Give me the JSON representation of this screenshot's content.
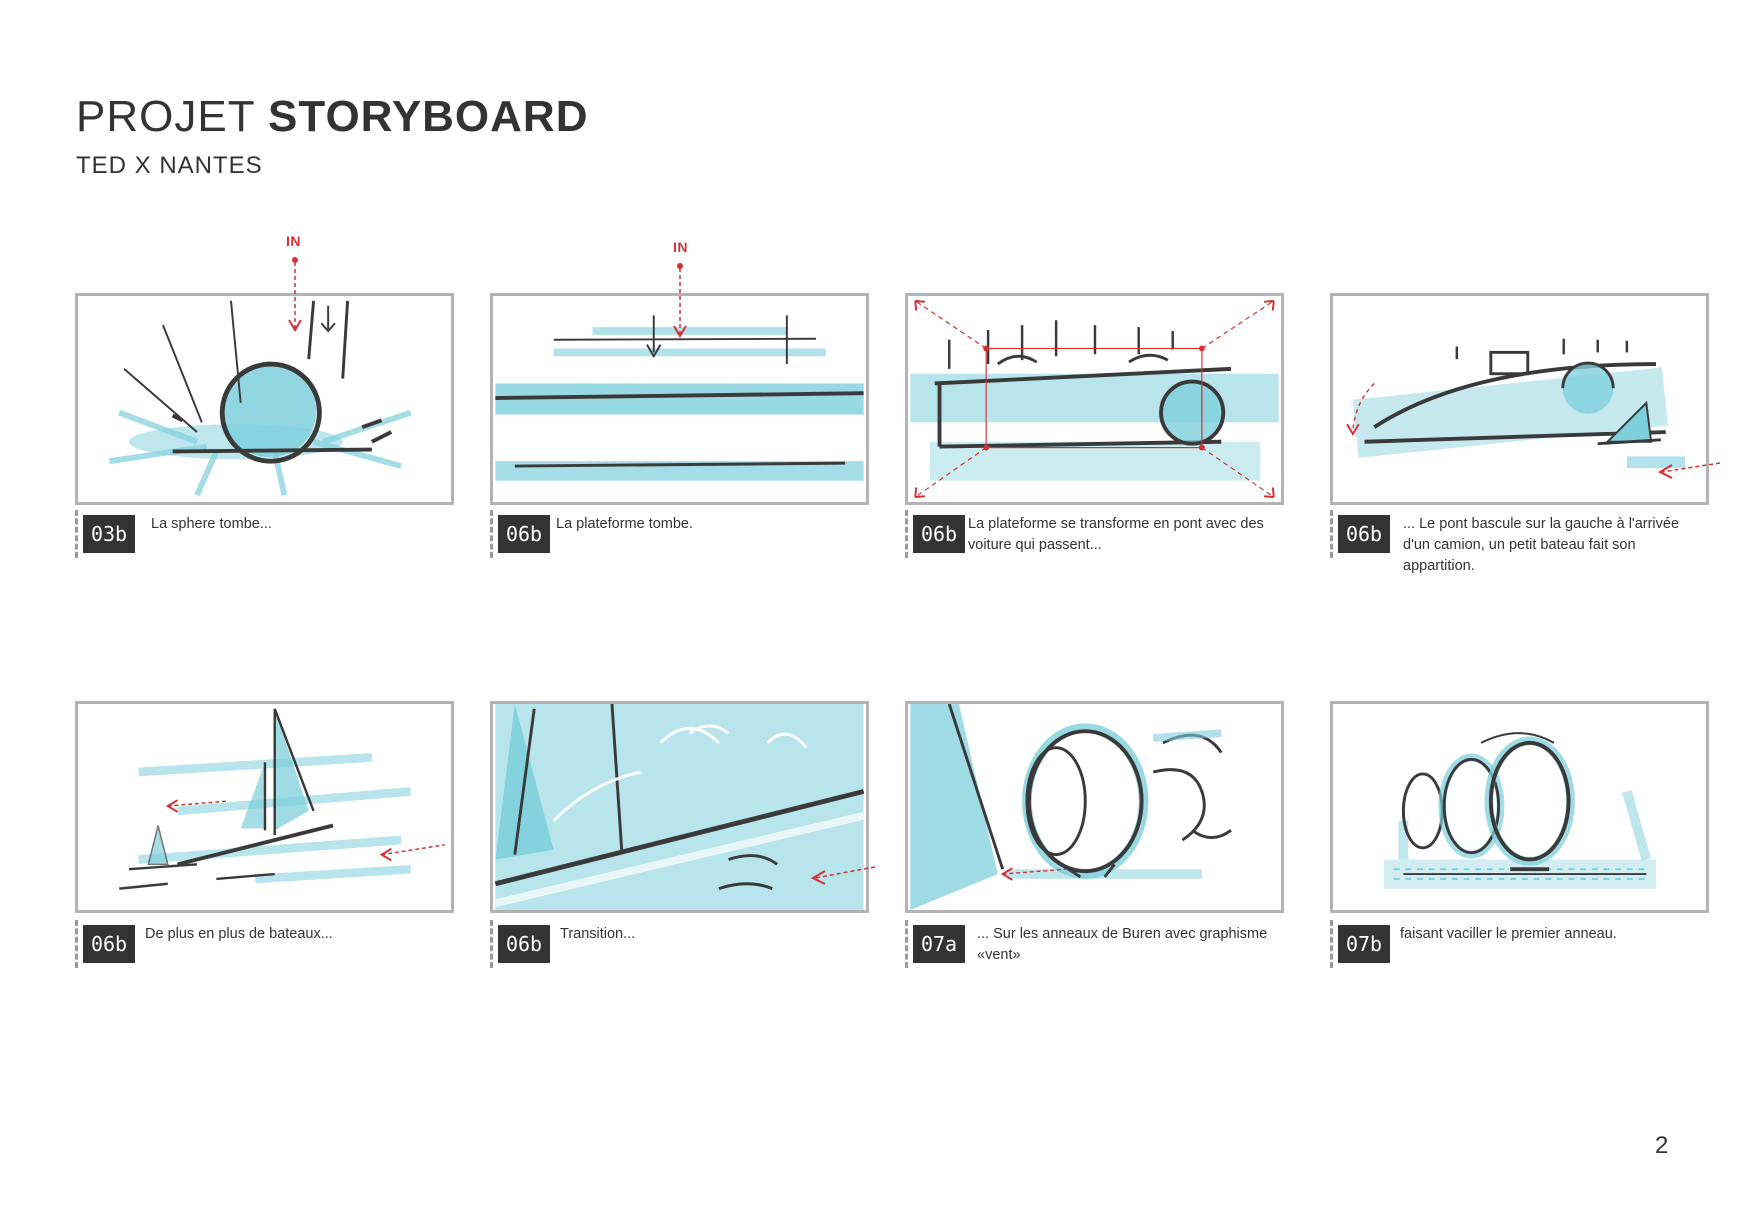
{
  "header": {
    "title_light": "PROJET",
    "title_bold": "STORYBOARD",
    "subtitle": "TED X NANTES"
  },
  "page_number": "2",
  "colors": {
    "accent_blue": "#7ecfdc",
    "sketch_ink": "#3a3a3a",
    "arrow_red": "#d63031",
    "badge_bg": "#333333",
    "frame_border": "#b3b3b3"
  },
  "panels": [
    {
      "shot": "03b",
      "caption": "La sphere tombe...",
      "direction_label": "IN"
    },
    {
      "shot": "06b",
      "caption": "La plateforme tombe.",
      "direction_label": "IN"
    },
    {
      "shot": "06b",
      "caption": "La plateforme se transforme en pont avec des voiture qui passent..."
    },
    {
      "shot": "06b",
      "caption": "... Le pont bascule sur la gauche à l'arrivée d'un camion, un petit bateau fait son appartition."
    },
    {
      "shot": "06b",
      "caption": "De plus en plus de bateaux..."
    },
    {
      "shot": "06b",
      "caption": "Transition..."
    },
    {
      "shot": "07a",
      "caption": "... Sur les anneaux de Buren avec graphisme «vent»"
    },
    {
      "shot": "07b",
      "caption": "faisant vaciller le premier anneau."
    }
  ]
}
